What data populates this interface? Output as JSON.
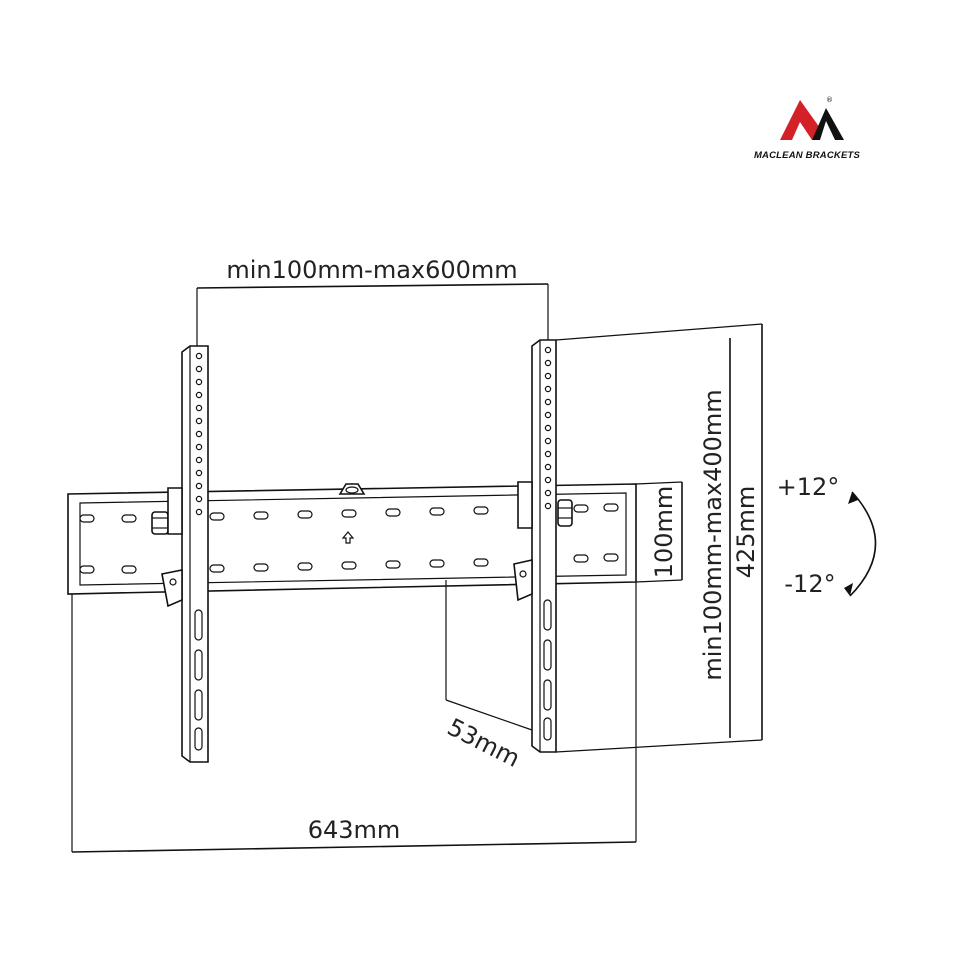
{
  "brand": {
    "name": "MACLEAN BRACKETS",
    "registered_mark": "®",
    "logo_colors": {
      "red": "#d42027",
      "black": "#111111"
    }
  },
  "dimensions": {
    "vesa_horizontal": "min100mm-max600mm",
    "vesa_vertical": "min100mm-max400mm",
    "height": "425mm",
    "rail_height": "100mm",
    "depth": "53mm",
    "width": "643mm"
  },
  "tilt": {
    "up": "+12°",
    "down": "-12°"
  }
}
